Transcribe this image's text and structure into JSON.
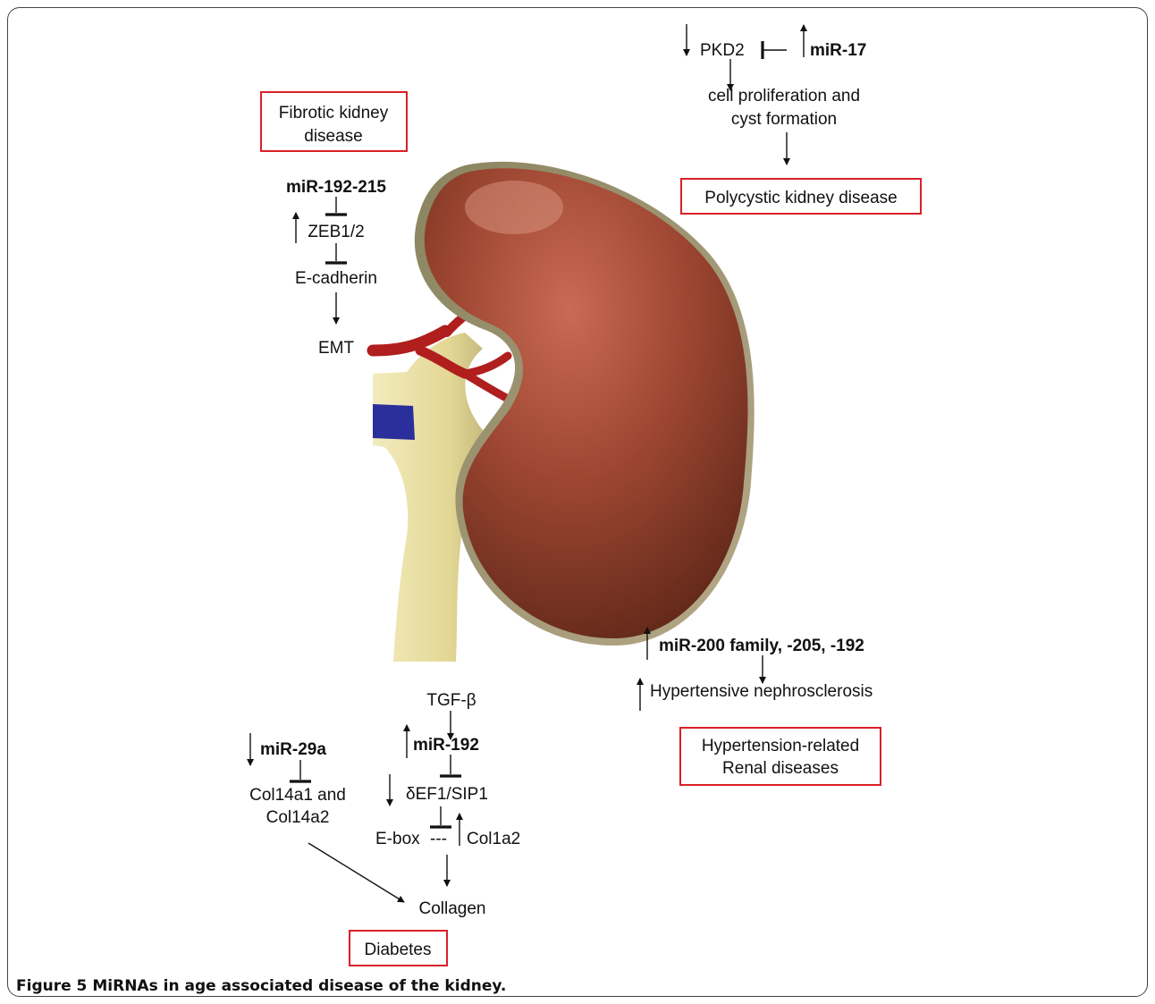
{
  "caption": {
    "figure_label": "Figure 5",
    "title": "MiRNAs in age associated disease of the kidney."
  },
  "colors": {
    "box_border": "#d92027",
    "kidney": "#9a4430",
    "ureter": "#e6dc9c",
    "artery": "#b01e1e",
    "vein": "#2a2f9c"
  },
  "fibrotic": {
    "title_line1": "Fibrotic kidney",
    "title_line2": "disease",
    "mirna": "miR-192-215",
    "target": "ZEB1/2",
    "effector": "E-cadherin",
    "outcome": "EMT"
  },
  "polycystic": {
    "gene": "PKD2",
    "mirna": "miR-17",
    "effect_line1": "cell proliferation and",
    "effect_line2": "cyst formation",
    "title": "Polycystic kidney disease"
  },
  "hypertension": {
    "mirna": "miR-200 family, -205, -192",
    "condition": "Hypertensive nephrosclerosis",
    "title_line1": "Hypertension-related",
    "title_line2": "Renal diseases"
  },
  "diabetes": {
    "mirna_a": "miR-29a",
    "targets_line1": "Col14a1 and",
    "targets_line2": "Col14a2",
    "signal": "TGF-β",
    "mirna_b": "miR-192",
    "repressor": "δEF1/SIP1",
    "ebox": "E-box",
    "ebox_link": "---",
    "col1a2": "Col1a2",
    "product": "Collagen",
    "title": "Diabetes"
  }
}
